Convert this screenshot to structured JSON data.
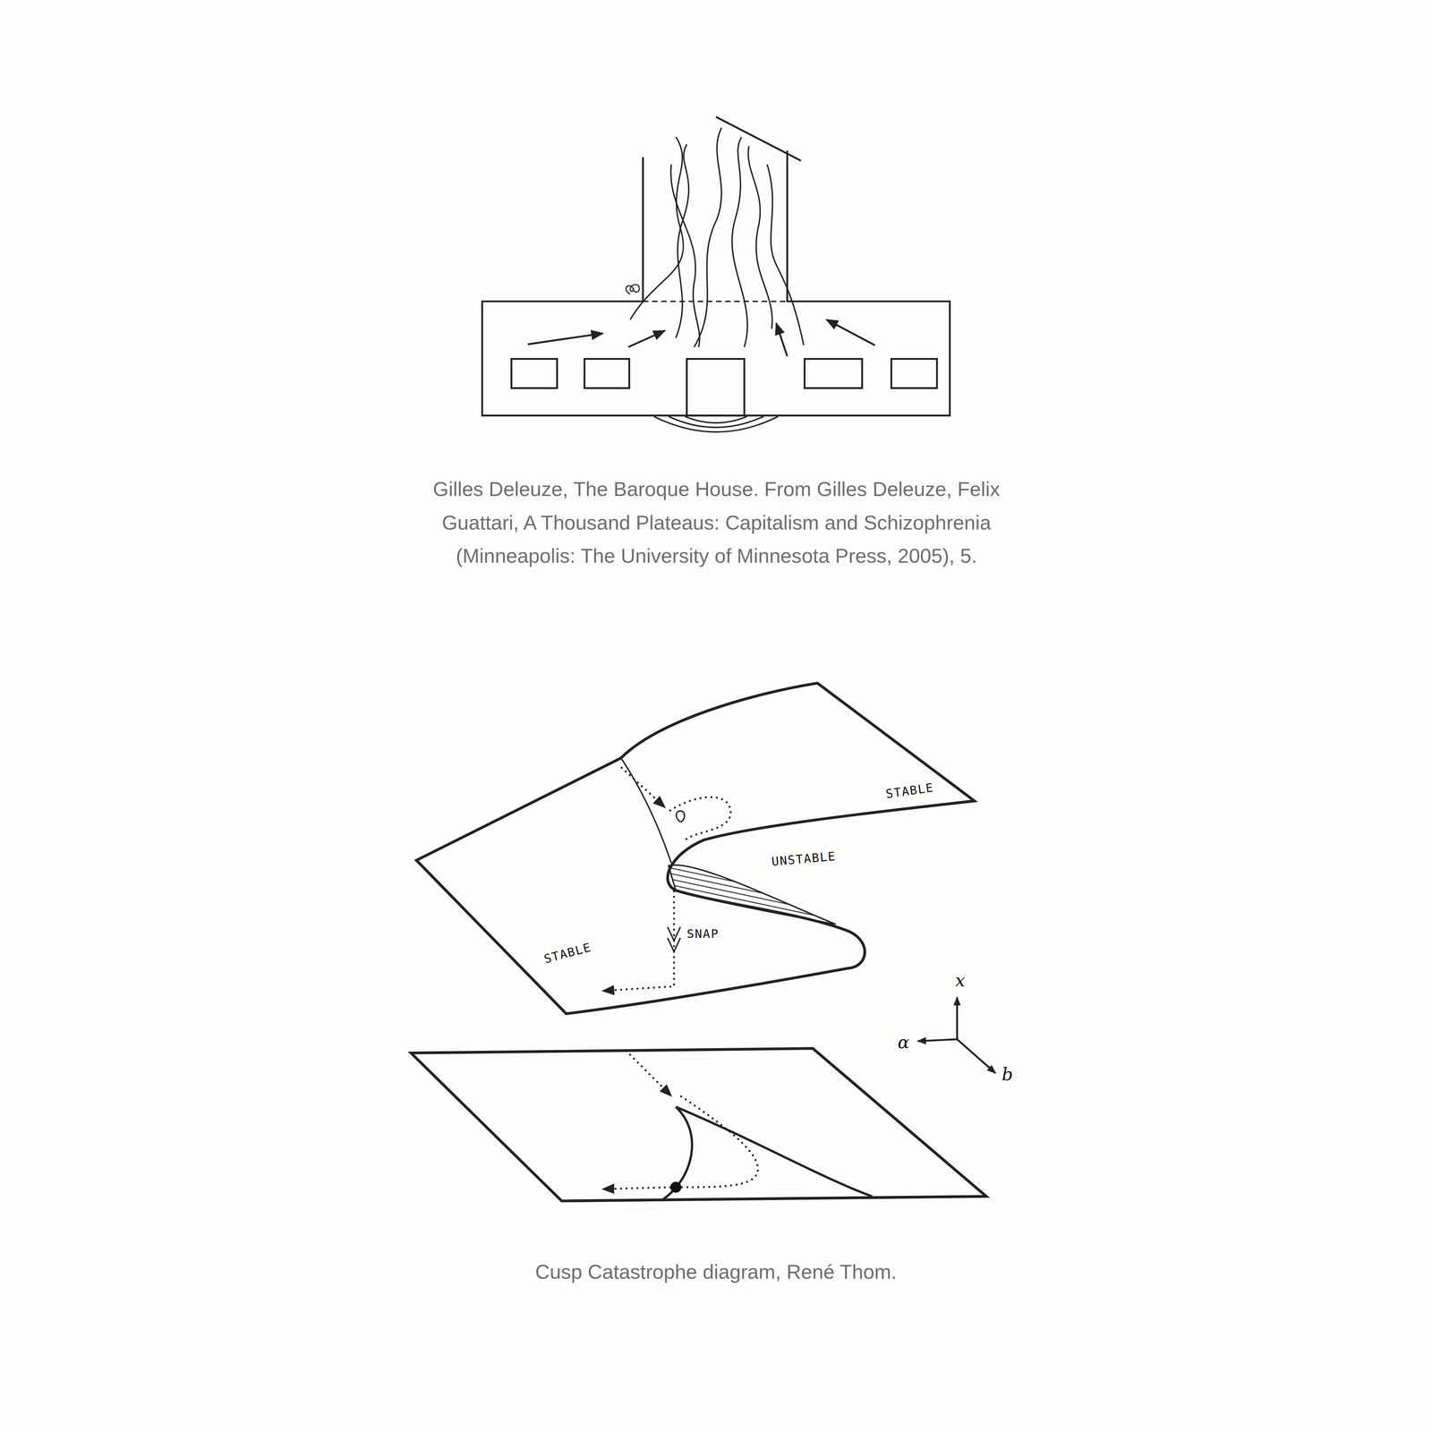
{
  "diagram": {
    "labels": [
      "Gilles Deleuze, The Baroque House. From Gilles Deleuze, Felix Guattari, A Thousand Plateaus: Capitalism and Schizophrenia (Minneapolis: The University of Minnesota Press, 2005), 5.",
      "STABLE",
      "UNSTABLE",
      "SNAP",
      "STABLE",
      "x",
      "α",
      "b",
      "Cusp Catastrophe diagram, René Thom."
    ]
  }
}
